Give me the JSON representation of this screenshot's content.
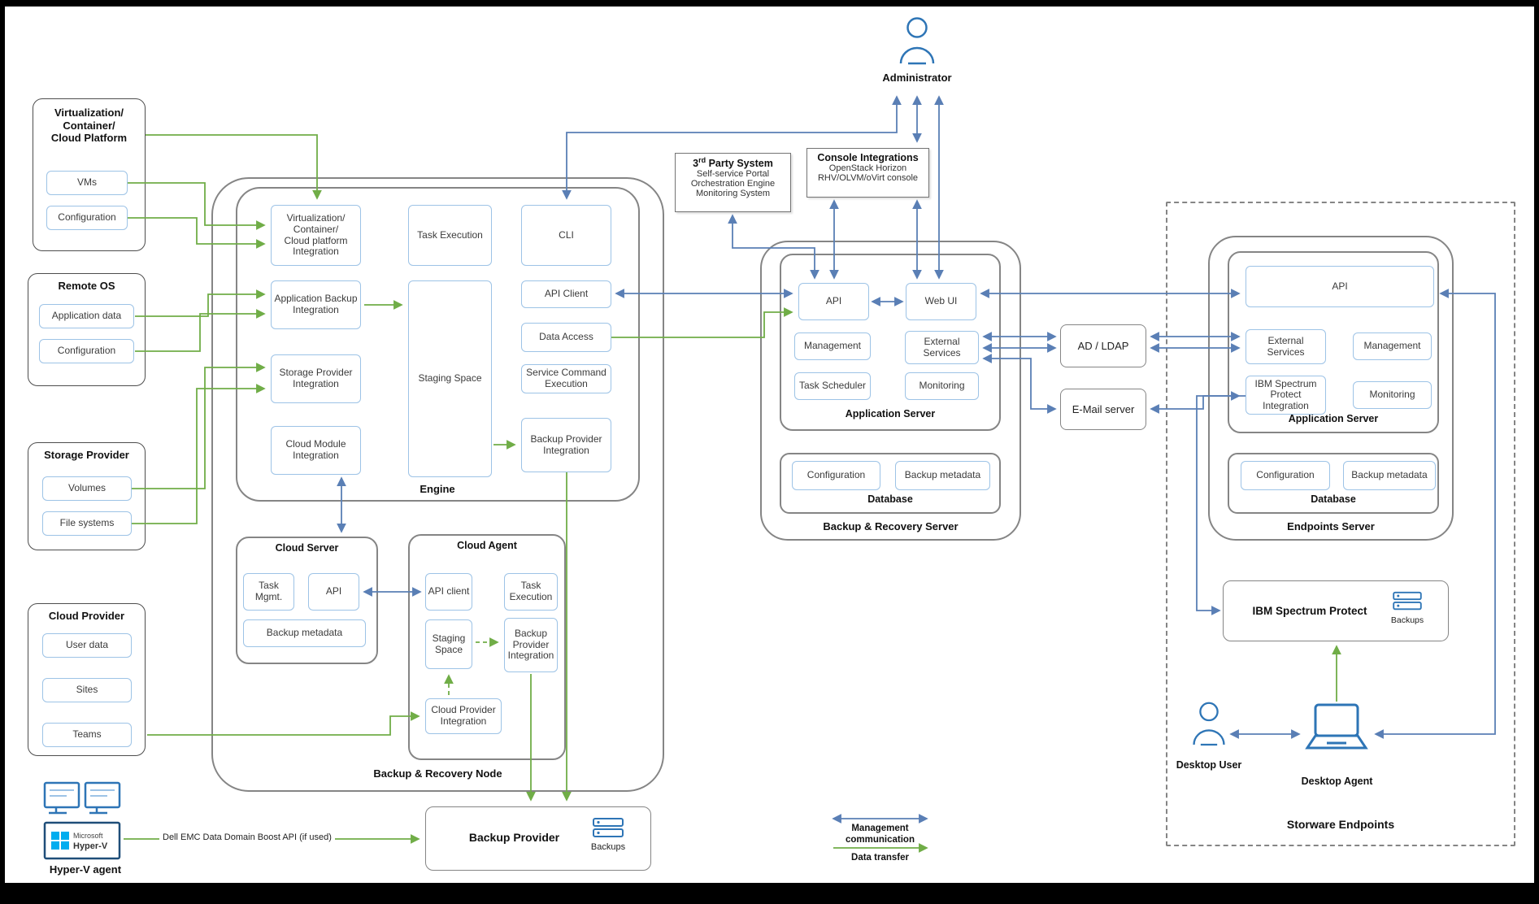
{
  "colors": {
    "data_transfer": "#70ad47",
    "management": "#5a7fb5",
    "icon_blue": "#2e75b6",
    "box_border": "#9dc3e6"
  },
  "left": {
    "virt": {
      "title": "Virtualization/\nContainer/\nCloud Platform",
      "items": [
        "VMs",
        "Configuration"
      ]
    },
    "remote_os": {
      "title": "Remote OS",
      "items": [
        "Application data",
        "Configuration"
      ]
    },
    "storage": {
      "title": "Storage Provider",
      "items": [
        "Volumes",
        "File systems"
      ]
    },
    "cloud": {
      "title": "Cloud Provider",
      "items": [
        "User data",
        "Sites",
        "Teams"
      ]
    },
    "hyperv": {
      "label": "Hyper-V agent",
      "icon_line1": "Microsoft",
      "icon_line2": "Hyper-V"
    }
  },
  "node": {
    "title": "Backup & Recovery Node",
    "engine": {
      "title": "Engine",
      "virt_integration": "Virtualization/\nContainer/\nCloud platform\nIntegration",
      "task_execution": "Task Execution",
      "cli": "CLI",
      "app_backup": "Application Backup Integration",
      "staging": "Staging Space",
      "api_client": "API Client",
      "data_access": "Data Access",
      "service_cmd": "Service Command Execution",
      "storage_integration": "Storage Provider Integration",
      "cloud_module": "Cloud Module Integration",
      "bpi": "Backup Provider Integration"
    },
    "cloud_server": {
      "title": "Cloud Server",
      "task_mgmt": "Task Mgmt.",
      "api": "API",
      "backup_metadata": "Backup metadata"
    },
    "cloud_agent": {
      "title": "Cloud Agent",
      "api_client": "API client",
      "task_execution": "Task Execution",
      "staging": "Staging Space",
      "bpi": "Backup Provider Integration",
      "cpi": "Cloud Provider Integration"
    }
  },
  "backup_provider": {
    "title": "Backup Provider",
    "backups": "Backups"
  },
  "annotations": {
    "dell": "Dell EMC Data Domain Boost API (if used)"
  },
  "admin": {
    "label": "Administrator"
  },
  "third_party": {
    "t1": "3",
    "sup": "rd",
    "t2": " Party System",
    "lines": [
      "Self-service Portal",
      "Orchestration Engine",
      "Monitoring System"
    ]
  },
  "console": {
    "title": "Console Integrations",
    "lines": [
      "OpenStack Horizon",
      "RHV/OLVM/oVirt console"
    ]
  },
  "server": {
    "title": "Backup & Recovery Server",
    "app": {
      "title": "Application Server",
      "api": "API",
      "web_ui": "Web UI",
      "management": "Management",
      "external": "External Services",
      "scheduler": "Task Scheduler",
      "monitoring": "Monitoring"
    },
    "db": {
      "title": "Database",
      "configuration": "Configuration",
      "backup_metadata": "Backup metadata"
    }
  },
  "ad_ldap": {
    "label": "AD / LDAP"
  },
  "email": {
    "label": "E-Mail server"
  },
  "endpoints": {
    "title": "Storware Endpoints",
    "server_title": "Endpoints Server",
    "app": {
      "title": "Application Server",
      "api": "API",
      "external": "External Services",
      "management": "Management",
      "ibm": "IBM Spectrum Protect Integration",
      "monitoring": "Monitoring"
    },
    "db": {
      "title": "Database",
      "configuration": "Configuration",
      "backup_metadata": "Backup metadata"
    },
    "ibm_sp": {
      "title": "IBM Spectrum Protect",
      "backups": "Backups"
    },
    "desktop_user": "Desktop User",
    "desktop_agent": "Desktop Agent"
  },
  "legend": {
    "management": "Management\ncommunication",
    "data": "Data transfer"
  }
}
